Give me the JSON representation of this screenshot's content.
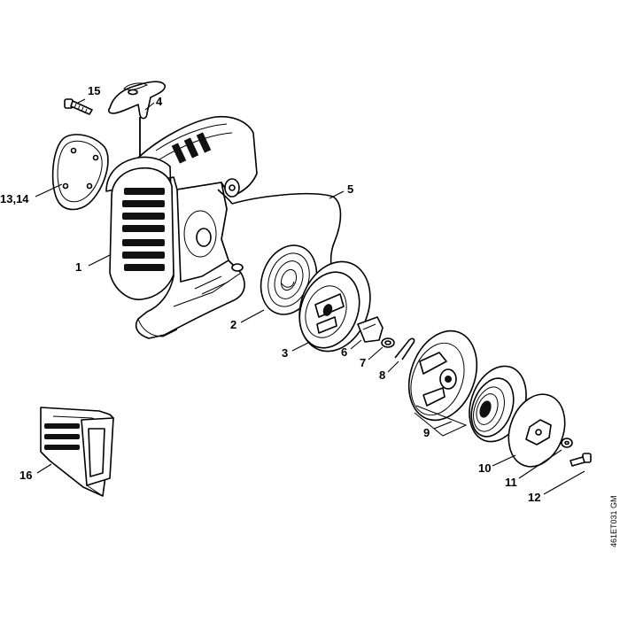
{
  "callouts": [
    {
      "id": "c1",
      "label": "1"
    },
    {
      "id": "c2",
      "label": "2"
    },
    {
      "id": "c3",
      "label": "3"
    },
    {
      "id": "c4",
      "label": "4"
    },
    {
      "id": "c5",
      "label": "5"
    },
    {
      "id": "c6",
      "label": "6"
    },
    {
      "id": "c7",
      "label": "7"
    },
    {
      "id": "c8",
      "label": "8"
    },
    {
      "id": "c9",
      "label": "9"
    },
    {
      "id": "c10",
      "label": "10"
    },
    {
      "id": "c11",
      "label": "11"
    },
    {
      "id": "c12",
      "label": "12"
    },
    {
      "id": "c1314",
      "label": "13,14"
    },
    {
      "id": "c15",
      "label": "15"
    },
    {
      "id": "c16",
      "label": "16"
    }
  ],
  "drawing_code": "461ET031 GM"
}
